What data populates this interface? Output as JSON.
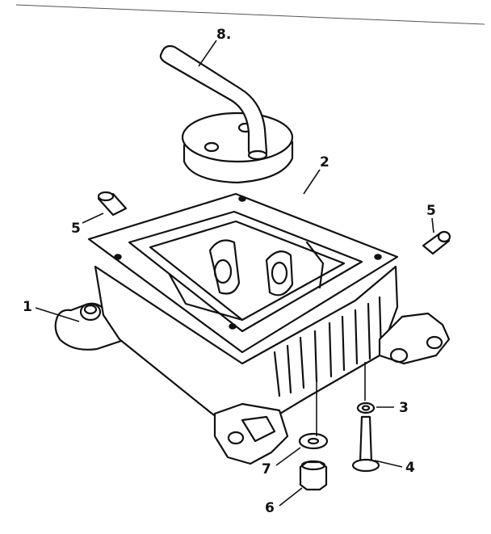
{
  "diagram": {
    "colors": {
      "ink": "#111111",
      "paper": "#ffffff"
    },
    "callouts": [
      {
        "id": "1",
        "text": "1"
      },
      {
        "id": "2",
        "text": "2"
      },
      {
        "id": "3",
        "text": "3"
      },
      {
        "id": "4",
        "text": "4"
      },
      {
        "id": "5a",
        "text": "5"
      },
      {
        "id": "5b",
        "text": "5"
      },
      {
        "id": "6",
        "text": "6"
      },
      {
        "id": "7",
        "text": "7"
      },
      {
        "id": "8",
        "text": "8."
      }
    ]
  }
}
